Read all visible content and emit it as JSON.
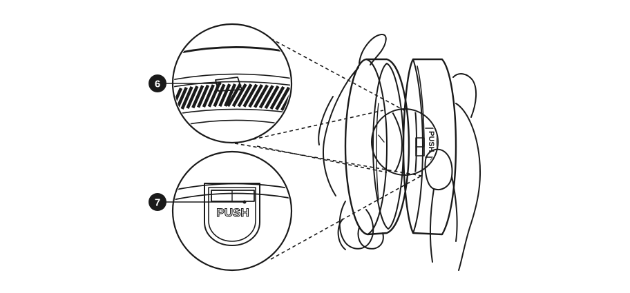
{
  "callouts": [
    {
      "number": "6"
    },
    {
      "number": "7"
    }
  ],
  "button_label": "PUSH",
  "colors": {
    "ink": "#1a1a1a",
    "face_gray": "#e6e6e6",
    "paper": "#ffffff"
  },
  "icons": [
    "left-hand-icon",
    "right-hand-icon",
    "device-front-cover-icon",
    "device-base-icon"
  ]
}
